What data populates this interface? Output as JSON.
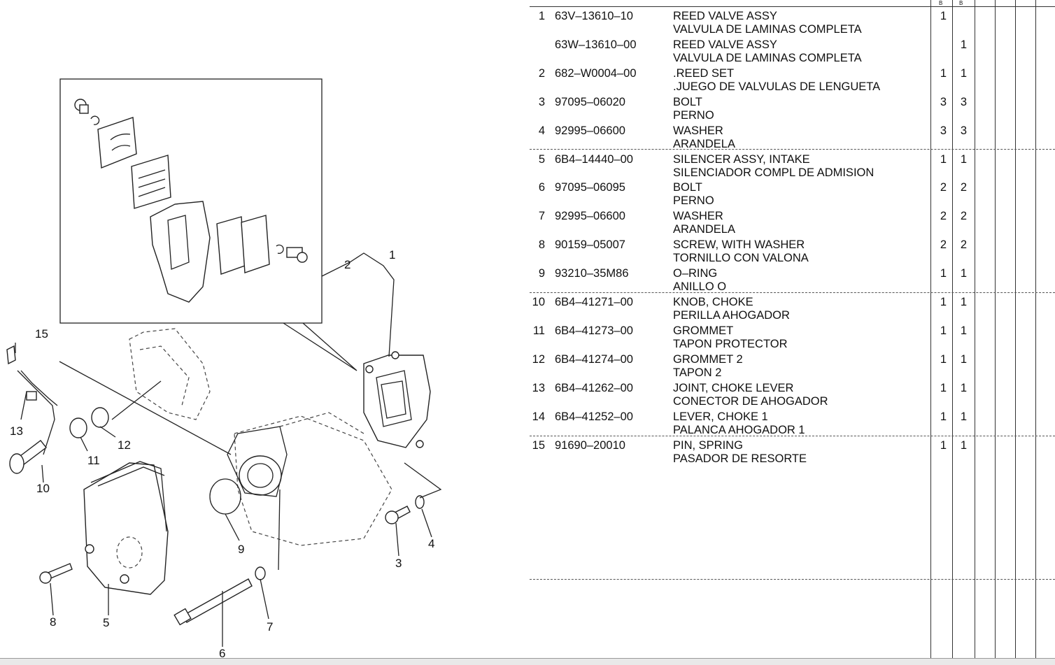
{
  "header": {
    "col_a": "B",
    "col_b": "B"
  },
  "parts": [
    {
      "no": "1",
      "pn": "63V–13610–10",
      "en": "REED VALVE ASSY",
      "es": "VALVULA DE LAMINAS COMPLETA",
      "qa": "1",
      "qb": ""
    },
    {
      "no": "",
      "pn": "63W–13610–00",
      "en": "REED VALVE ASSY",
      "es": "VALVULA DE LAMINAS COMPLETA",
      "qa": "",
      "qb": "1"
    },
    {
      "no": "2",
      "pn": "682–W0004–00",
      "en": ".REED SET",
      "es": ".JUEGO DE VALVULAS DE LENGUETA",
      "qa": "1",
      "qb": "1"
    },
    {
      "no": "3",
      "pn": "97095–06020",
      "en": "BOLT",
      "es": "PERNO",
      "qa": "3",
      "qb": "3"
    },
    {
      "no": "4",
      "pn": "92995–06600",
      "en": "WASHER",
      "es": "ARANDELA",
      "qa": "3",
      "qb": "3"
    },
    {
      "no": "5",
      "pn": "6B4–14440–00",
      "en": "SILENCER ASSY, INTAKE",
      "es": "SILENCIADOR COMPL  DE ADMISION",
      "qa": "1",
      "qb": "1"
    },
    {
      "no": "6",
      "pn": "97095–06095",
      "en": "BOLT",
      "es": "PERNO",
      "qa": "2",
      "qb": "2"
    },
    {
      "no": "7",
      "pn": "92995–06600",
      "en": "WASHER",
      "es": "ARANDELA",
      "qa": "2",
      "qb": "2"
    },
    {
      "no": "8",
      "pn": "90159–05007",
      "en": "SCREW, WITH WASHER",
      "es": "TORNILLO  CON VALONA",
      "qa": "2",
      "qb": "2"
    },
    {
      "no": "9",
      "pn": "93210–35M86",
      "en": "O–RING",
      "es": "ANILLO O",
      "qa": "1",
      "qb": "1"
    },
    {
      "no": "10",
      "pn": "6B4–41271–00",
      "en": "KNOB, CHOKE",
      "es": "PERILLA  AHOGADOR",
      "qa": "1",
      "qb": "1"
    },
    {
      "no": "11",
      "pn": "6B4–41273–00",
      "en": "GROMMET",
      "es": "TAPON PROTECTOR",
      "qa": "1",
      "qb": "1"
    },
    {
      "no": "12",
      "pn": "6B4–41274–00",
      "en": "GROMMET 2",
      "es": "TAPON 2",
      "qa": "1",
      "qb": "1"
    },
    {
      "no": "13",
      "pn": "6B4–41262–00",
      "en": "JOINT, CHOKE LEVER",
      "es": "CONECTOR DE AHOGADOR",
      "qa": "1",
      "qb": "1"
    },
    {
      "no": "14",
      "pn": "6B4–41252–00",
      "en": "LEVER, CHOKE 1",
      "es": "PALANCA  AHOGADOR 1",
      "qa": "1",
      "qb": "1"
    },
    {
      "no": "15",
      "pn": "91690–20010",
      "en": "PIN, SPRING",
      "es": "PASADOR DE RESORTE",
      "qa": "1",
      "qb": "1"
    }
  ],
  "callouts": [
    "1",
    "2",
    "3",
    "4",
    "5",
    "6",
    "7",
    "8",
    "9",
    "10",
    "11",
    "12",
    "13",
    "15"
  ]
}
